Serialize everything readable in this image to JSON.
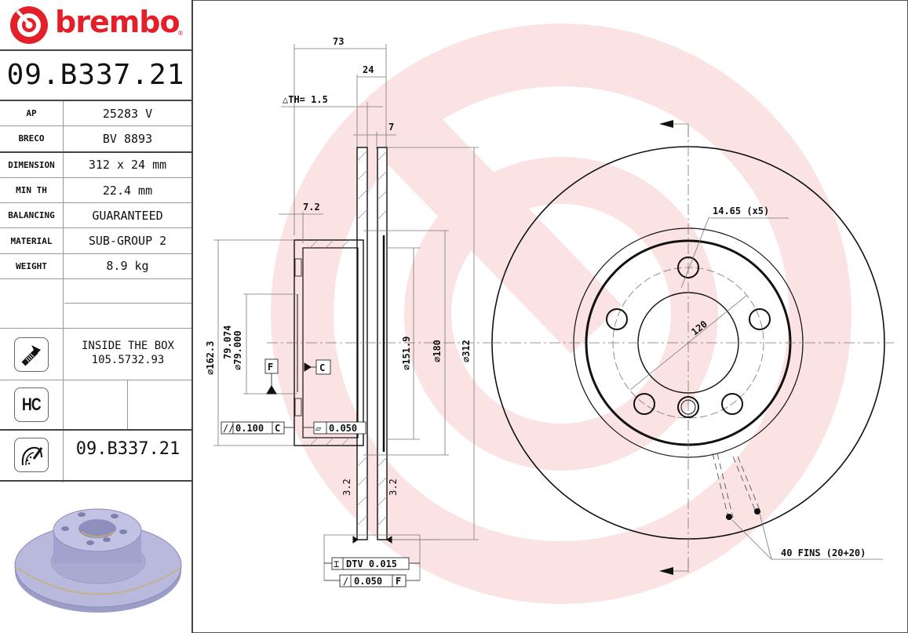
{
  "brand": {
    "name": "brembo",
    "registered_mark": "®",
    "color": "#e3202a"
  },
  "part_number": "09.B337.21",
  "specs": [
    {
      "key": "AP",
      "value": "25283 V"
    },
    {
      "key": "BRECO",
      "value": "BV 8893"
    },
    {
      "key": "DIMENSION",
      "value": "312 x 24 mm"
    },
    {
      "key": "MIN TH",
      "value": "22.4 mm"
    },
    {
      "key": "BALANCING",
      "value": "GUARANTEED"
    },
    {
      "key": "MATERIAL",
      "value": "SUB-GROUP 2"
    },
    {
      "key": "WEIGHT",
      "value": "8.9 kg"
    }
  ],
  "inside_box": {
    "icon": "screw-icon",
    "line1": "INSIDE THE BOX",
    "line2": "105.5732.93"
  },
  "hc": {
    "icon": "hc-icon",
    "label": "HC"
  },
  "bottom_part": {
    "icon": "disc-caliper-icon",
    "number": "09.B337.21"
  },
  "image": {
    "icon": "brake-disc-3d-render",
    "disc_color": "#b8b9dc"
  },
  "drawing": {
    "watermark_color": "#fbe3e3",
    "section_view": {
      "dims": {
        "overall_height": "73",
        "thickness": "24",
        "delta_th": "△TH= 1.5",
        "fin_offset": "7",
        "hat_wall": "7.2",
        "d_hat_outer": "⌀162.3",
        "d_center_max": "79.074",
        "d_center_min": "⌀79.000",
        "d_inner_ring": "⌀151.9",
        "d_friction_inner": "⌀180",
        "d_outer": "⌀312"
      },
      "datums": {
        "f": "F",
        "c": "C"
      },
      "tolerances": {
        "parallelism": {
          "symbol": "//",
          "value": "0.100",
          "datum": "C"
        },
        "flatness": {
          "symbol": "▱",
          "value": "0.050"
        },
        "dtv": {
          "symbol": "⌶",
          "value": "DTV 0.015"
        },
        "runout": {
          "symbol": "/",
          "value": "0.050",
          "datum": "F"
        }
      },
      "roughness_left": "3.2",
      "roughness_right": "3.2"
    },
    "front_view": {
      "bolt_hole": "14.65 (x5)",
      "pcd": "120",
      "fins": "40 FINS (20+20)"
    }
  }
}
